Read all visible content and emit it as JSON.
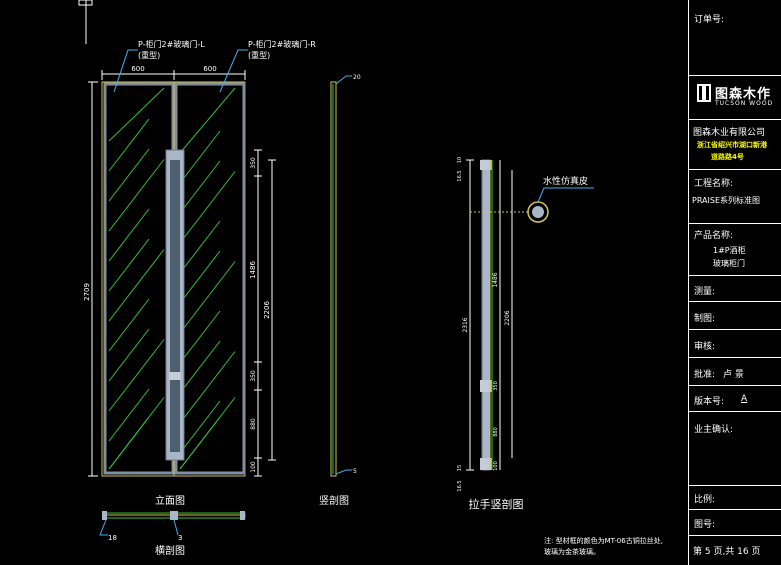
{
  "title_block": {
    "order_no_label": "订单号:",
    "logo_cn": "图森木作",
    "logo_en": "TUCSON WOOD",
    "company": "图森木业有限公司",
    "address_line1": "浙江省绍兴市湖口新港",
    "address_line2": "道路路4号",
    "project_label": "工程名称:",
    "project_value": "PRAISE系列标准图",
    "product_label": "产品名称:",
    "product_value_line1": "1#P酒柜",
    "product_value_line2": "玻璃柜门",
    "survey_label": "测量:",
    "draw_label": "制图:",
    "review_label": "审核:",
    "approve_label": "批准:",
    "approve_value": "卢 景",
    "version_label": "版本号:",
    "version_value": "A",
    "owner_label": "业主确认:",
    "scale_label": "比例:",
    "drawing_no_label": "图号:",
    "page_text": "第 5 页,共 16 页"
  },
  "drawing": {
    "label_left_door": "P-柜门2#玻璃门-L",
    "label_left_door_sub": "(重型)",
    "label_right_door": "P-柜门2#玻璃门-R",
    "label_right_door_sub": "(重型)",
    "dim_width_left": "600",
    "dim_width_right": "600",
    "dim_total_height": "2709",
    "dim_handle_top": "350",
    "dim_handle_mid": "1486",
    "dim_handle_total": "2206",
    "dim_lower_a": "350",
    "dim_lower_b": "880",
    "dim_bottom": "100",
    "dim_section_top": "20",
    "dim_section_bottom": "5",
    "dim_handle_sec_top": "10",
    "dim_handle_sec_top2": "16.5",
    "dim_handle_sec_left": "2316",
    "dim_handle_sec_mid": "1486",
    "dim_handle_sec_total": "2206",
    "dim_handle_sec_lower_a": "350",
    "dim_handle_sec_lower_b": "880",
    "dim_handle_sec_bottom": "15",
    "dim_handle_sec_bottom2": "16.5",
    "dim_handle_sec_bottom3": "100",
    "callout_wood": "水性仿真皮",
    "dim_plan_left": "18",
    "dim_plan_mid": "3",
    "view_elevation": "立面图",
    "view_section": "竖剖图",
    "view_handle_section": "拉手竖剖图",
    "view_plan": "横剖图",
    "note_line1": "注: 型材框的颜色为MT-06古铜拉丝处,",
    "note_line2": "玻璃为金茶玻璃。"
  },
  "colors": {
    "background": "#000000",
    "frame": "#d4c24a",
    "glass_hatch": "#34c234",
    "handle": "#a9b6c8",
    "dimension": "#ffffff",
    "leader": "#3fb0f0"
  }
}
